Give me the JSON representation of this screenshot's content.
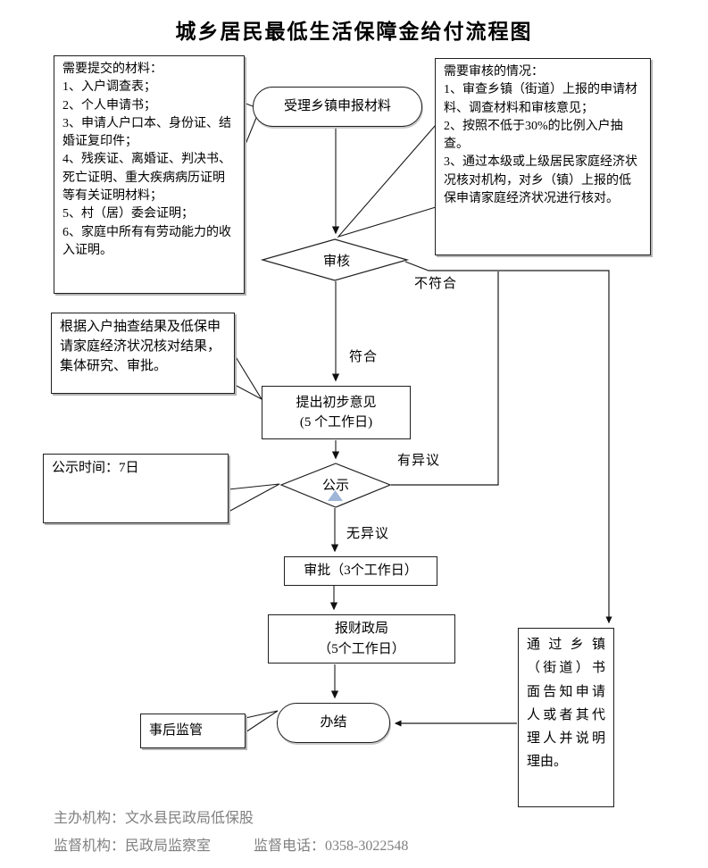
{
  "title": "城乡居民最低生活保障金给付流程图",
  "colors": {
    "flow_line": "#4a4a4a",
    "tail_line": "#1a1a1a",
    "marker_triangle": "#9fb6d8",
    "footer_text": "#808080"
  },
  "callouts": {
    "materials": {
      "text": "需要提交的材料：\n1、入户调查表；\n2、个人申请书；\n3、申请人户口本、身份证、结婚证复印件；\n4、残疾证、离婚证、判决书、死亡证明、重大疾病病历证明等有关证明材料；\n5、村（居）委会证明；\n6、家庭中所有有劳动能力的收入证明。"
    },
    "review": {
      "text": "需要审核的情况：\n1、审查乡镇（街道）上报的申请材料、调查材料和审核意见；\n2、按照不低于30%的比例入户抽查。\n3、通过本级或上级居民家庭经济状况核对机构，对乡（镇）上报的低保申请家庭经济状况进行核对。"
    },
    "research": {
      "text": "根据入户抽查结果及低保申请家庭经济状况核对结果，集体研究、审批。"
    },
    "publicity_period": {
      "text": "公示时间：7日"
    },
    "post_supervision": {
      "text": "事后监管"
    },
    "notify": {
      "text": "通过乡镇（街道）书面告知申请人或者其代理人并说明理由。"
    }
  },
  "nodes": {
    "accept": "受理乡镇申报材料",
    "audit": "审核",
    "preliminary": "提出初步意见\n(5 个工作日)",
    "publicity": "公示",
    "approve": "审批（3个工作日）",
    "finance": "报财政局\n（5个工作日）",
    "complete": "办结"
  },
  "edge_labels": {
    "not_conform": "不符合",
    "conform": "符合",
    "objection": "有异议",
    "no_objection": "无异议"
  },
  "footer": {
    "line1": "主办机构：文水县民政局低保股",
    "line2": "监督机构：民政局监察室　　　监督电话：0358-3022548"
  }
}
